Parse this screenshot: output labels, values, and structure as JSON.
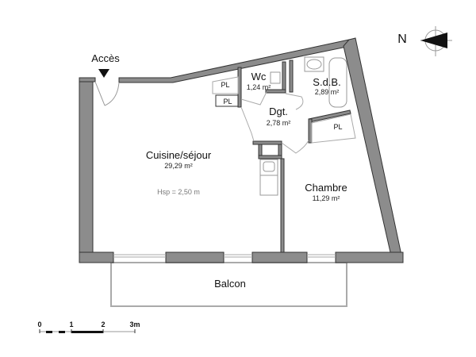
{
  "plan": {
    "access_label": "Accès",
    "compass_label": "N",
    "rooms": [
      {
        "name": "Cuisine/séjour",
        "area": "29,29 m²"
      },
      {
        "name": "Wc",
        "area": "1,24 m²"
      },
      {
        "name": "S.d.B.",
        "area": "2,89 m²"
      },
      {
        "name": "Dgt.",
        "area": "2,78 m²"
      },
      {
        "name": "Chambre",
        "area": "11,29 m²"
      },
      {
        "name": "Balcon",
        "area": ""
      }
    ],
    "closets": [
      "PL",
      "PL",
      "PL"
    ],
    "ceiling_height": "Hsp = 2,50 m"
  },
  "scale_bar": {
    "ticks": [
      "0",
      "1",
      "2",
      "3m"
    ]
  },
  "colors": {
    "wall": "#8c8c8c",
    "wall_outline": "#333333",
    "fixture": "#999999"
  }
}
